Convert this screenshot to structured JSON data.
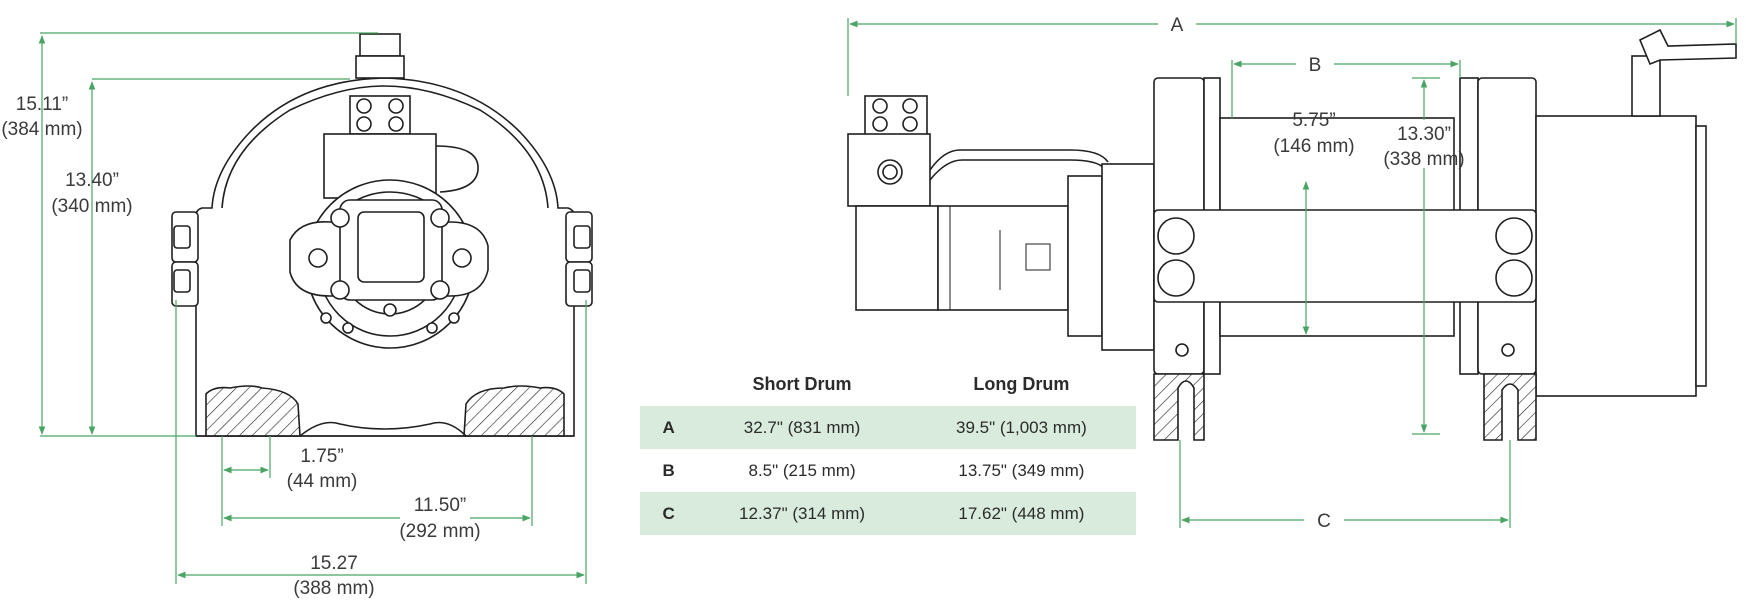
{
  "front_view": {
    "height_overall": {
      "in": "15.11”",
      "mm": "(384 mm)"
    },
    "height_housing": {
      "in": "13.40”",
      "mm": "(340 mm)"
    },
    "mount_hole_spacing": {
      "in": "1.75”",
      "mm": "(44 mm)"
    },
    "base_mount_width": {
      "in": "11.50”",
      "mm": "(292 mm)"
    },
    "overall_width": {
      "in": "15.27",
      "mm": "(388 mm)"
    }
  },
  "side_view": {
    "label_a": "A",
    "label_b": "B",
    "label_c": "C",
    "drum_diameter": {
      "in": "5.75”",
      "mm": "(146 mm)"
    },
    "flange_diameter": {
      "in": "13.30”",
      "mm": "(338 mm)"
    }
  },
  "table": {
    "headers": [
      "",
      "Short Drum",
      "Long Drum"
    ],
    "rows": [
      {
        "label": "A",
        "short": "32.7\" (831 mm)",
        "long": "39.5\" (1,003 mm)"
      },
      {
        "label": "B",
        "short": "8.5\" (215 mm)",
        "long": "13.75\" (349 mm)"
      },
      {
        "label": "C",
        "short": "12.37\" (314 mm)",
        "long": "17.62\" (448 mm)"
      }
    ]
  },
  "colors": {
    "dimension_line": "#4aa463",
    "row_shade": "#d8ebdc",
    "outline": "#1f1f1f"
  }
}
